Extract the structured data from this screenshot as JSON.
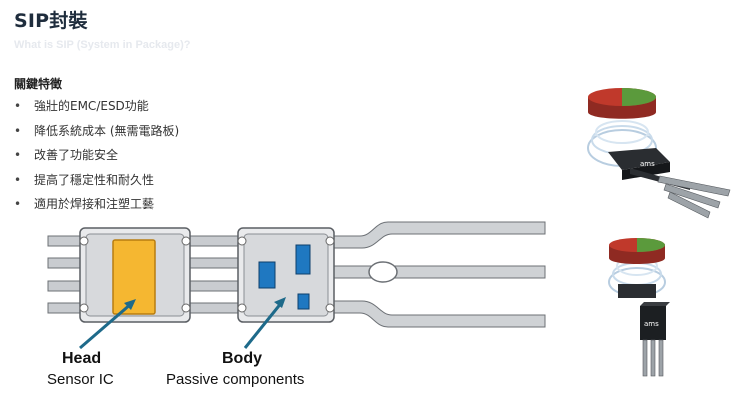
{
  "header": {
    "title": "SIP封裝",
    "subtitle": "What is SIP (System in Package)?"
  },
  "features": {
    "heading": "關鍵特徵",
    "items": [
      "強壯的EMC/ESD功能",
      "降低系統成本 (無需電路板)",
      "改善了功能安全",
      "提高了穩定性和耐久性",
      "適用於焊接和注塑工藝"
    ]
  },
  "diagram": {
    "head_label": "Head",
    "head_sub": "Sensor IC",
    "body_label": "Body",
    "body_sub": "Passive components"
  },
  "product_images": {
    "brand": "ams"
  },
  "colors": {
    "sensor_ic": "#f5b731",
    "passive": "#1f78c1",
    "leadframe": "#d0d3d6",
    "arrow": "#1e6a8a",
    "magnet_red": "#c0392b",
    "magnet_green": "#5b9a3c"
  }
}
